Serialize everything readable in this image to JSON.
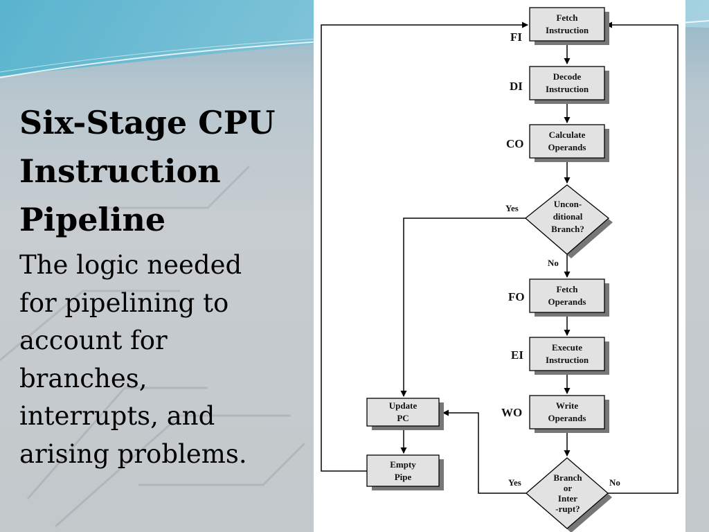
{
  "slide": {
    "title_lines": [
      "Six-Stage CPU",
      "Instruction",
      "Pipeline"
    ],
    "body_lines": [
      "The logic needed",
      "for pipelining to",
      "account for",
      "branches,",
      "interrupts, and",
      "arising problems."
    ]
  },
  "diagram": {
    "stages": [
      {
        "abbr": "FI",
        "label_lines": [
          "Fetch",
          "Instruction"
        ]
      },
      {
        "abbr": "DI",
        "label_lines": [
          "Decode",
          "Instruction"
        ]
      },
      {
        "abbr": "CO",
        "label_lines": [
          "Calculate",
          "Operands"
        ]
      },
      {
        "abbr": "FO",
        "label_lines": [
          "Fetch",
          "Operands"
        ]
      },
      {
        "abbr": "EI",
        "label_lines": [
          "Execute",
          "Instruction"
        ]
      },
      {
        "abbr": "WO",
        "label_lines": [
          "Write",
          "Operands"
        ]
      }
    ],
    "decisions": [
      {
        "label_lines": [
          "Uncon-",
          "ditional",
          "Branch?"
        ],
        "yes": "Yes",
        "no": "No"
      },
      {
        "label_lines": [
          "Branch",
          "or",
          "Inter",
          "-rupt?"
        ],
        "yes": "Yes",
        "no": "No"
      }
    ],
    "side_boxes": [
      {
        "label_lines": [
          "Update",
          "PC"
        ]
      },
      {
        "label_lines": [
          "Empty",
          "Pipe"
        ]
      }
    ]
  },
  "colors": {
    "panel": "#ffffff",
    "box_fill": "#e2e2e2",
    "shadow": "#777777",
    "line": "#000000"
  }
}
